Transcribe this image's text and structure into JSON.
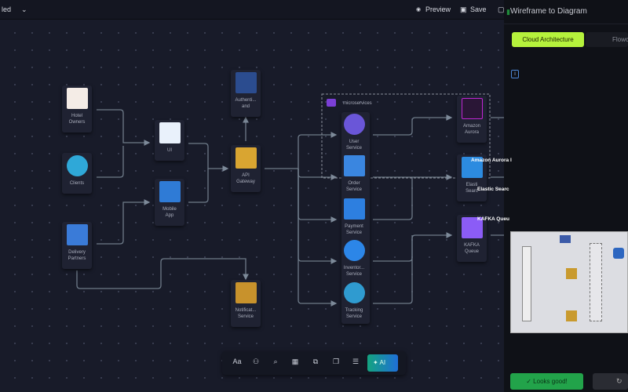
{
  "topbar": {
    "title": "led",
    "preview": "Preview",
    "save": "Save"
  },
  "panel": {
    "title": "Wireframe to Diagram",
    "tabs": [
      {
        "label": "Cloud Architecture",
        "active": true
      },
      {
        "label": "Flowc"
      }
    ],
    "looks_good": "Looks good!",
    "accent": "#b5f23c",
    "confirm_color": "#22a34a"
  },
  "group": {
    "label": "microservices"
  },
  "nodes": {
    "hotel": [
      "Hotel",
      "Owners"
    ],
    "clients": [
      "Clients"
    ],
    "delivery": [
      "Delivery",
      "Partners"
    ],
    "ui": [
      "UI"
    ],
    "mobile": [
      "Mobile",
      "App"
    ],
    "auth": [
      "Authenti...",
      "and"
    ],
    "api": [
      "API",
      "Gateway"
    ],
    "notif": [
      "Notificat...",
      "Service"
    ],
    "user": [
      "User",
      "Service"
    ],
    "order": [
      "Order",
      "Service"
    ],
    "payment": [
      "Payment",
      "Service"
    ],
    "inventory": [
      "Inventor...",
      "Service"
    ],
    "tracking": [
      "Tracking",
      "Service"
    ],
    "aurora": [
      "Amazon",
      "Aurora"
    ],
    "elastic": [
      "Elasti",
      "Searc"
    ],
    "kafka": [
      "KAFKA",
      "Queue"
    ]
  },
  "floating": {
    "aurora": "Amazon Aurora I",
    "elastic": "Elastic Searc",
    "kafka": "KAFKA Queu"
  },
  "toolbar": {
    "text": "Aa",
    "ai": "AI"
  }
}
